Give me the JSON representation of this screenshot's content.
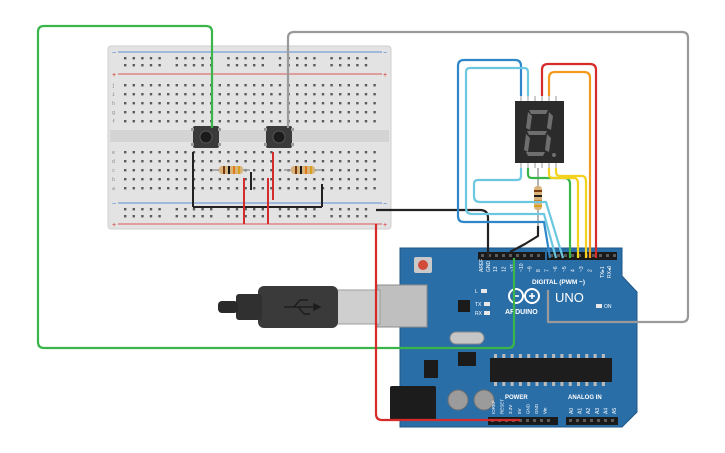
{
  "board": {
    "brand": "ARDUINO",
    "model": "UNO",
    "digital_header": "DIGITAL (PWM ~)",
    "power_header": "POWER",
    "analog_header": "ANALOG IN",
    "aref": "AREF",
    "gnd": "GND",
    "on": "ON",
    "tx": "TX",
    "rx": "RX",
    "l": "L",
    "txrx_labels": [
      "TX▸1",
      "RX◂0"
    ],
    "digital_pins": [
      "13",
      "12",
      "~11",
      "~10",
      "~9",
      "8",
      "7",
      "~6",
      "~5",
      "4",
      "~3",
      "2"
    ],
    "power_pins": [
      "IOREF",
      "RESET",
      "3.3V",
      "5V",
      "GND",
      "GND",
      "Vin"
    ],
    "analog_pins": [
      "A0",
      "A1",
      "A2",
      "A3",
      "A4",
      "A5"
    ]
  },
  "breadboard": {
    "rail_plus": "+",
    "rail_minus": "−",
    "row_letters_top": [
      "j",
      "i",
      "h",
      "g",
      "f"
    ],
    "row_letters_bottom": [
      "e",
      "d",
      "c",
      "b",
      "a"
    ]
  },
  "colors": {
    "wire_green": "#3ab54a",
    "wire_gray": "#9a9a9a",
    "wire_black": "#222222",
    "wire_red": "#d62b2b",
    "wire_blue": "#2f86c9",
    "wire_cyan": "#6cc8e0",
    "wire_orange": "#f39a1e",
    "wire_yellow": "#f2d21c",
    "board_blue": "#2a6ea8",
    "display_body": "#2b2b2b"
  }
}
